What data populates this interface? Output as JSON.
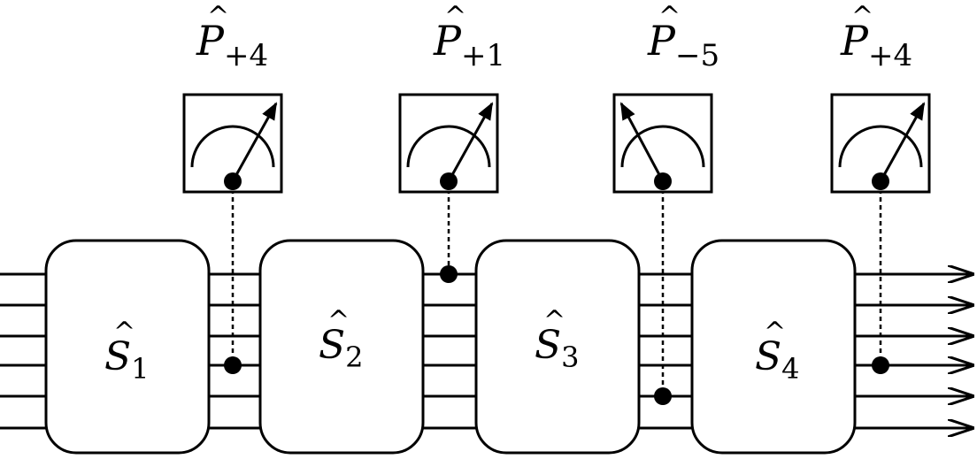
{
  "gates": [
    {
      "base": "S",
      "sub": "1"
    },
    {
      "base": "S",
      "sub": "2"
    },
    {
      "base": "S",
      "sub": "3"
    },
    {
      "base": "S",
      "sub": "4"
    }
  ],
  "measurements": [
    {
      "base": "P",
      "sub": "+4",
      "needle": "right"
    },
    {
      "base": "P",
      "sub": "+1",
      "needle": "right"
    },
    {
      "base": "P",
      "sub": "−5",
      "needle": "left"
    },
    {
      "base": "P",
      "sub": "+4",
      "needle": "right"
    }
  ],
  "hat": "^"
}
